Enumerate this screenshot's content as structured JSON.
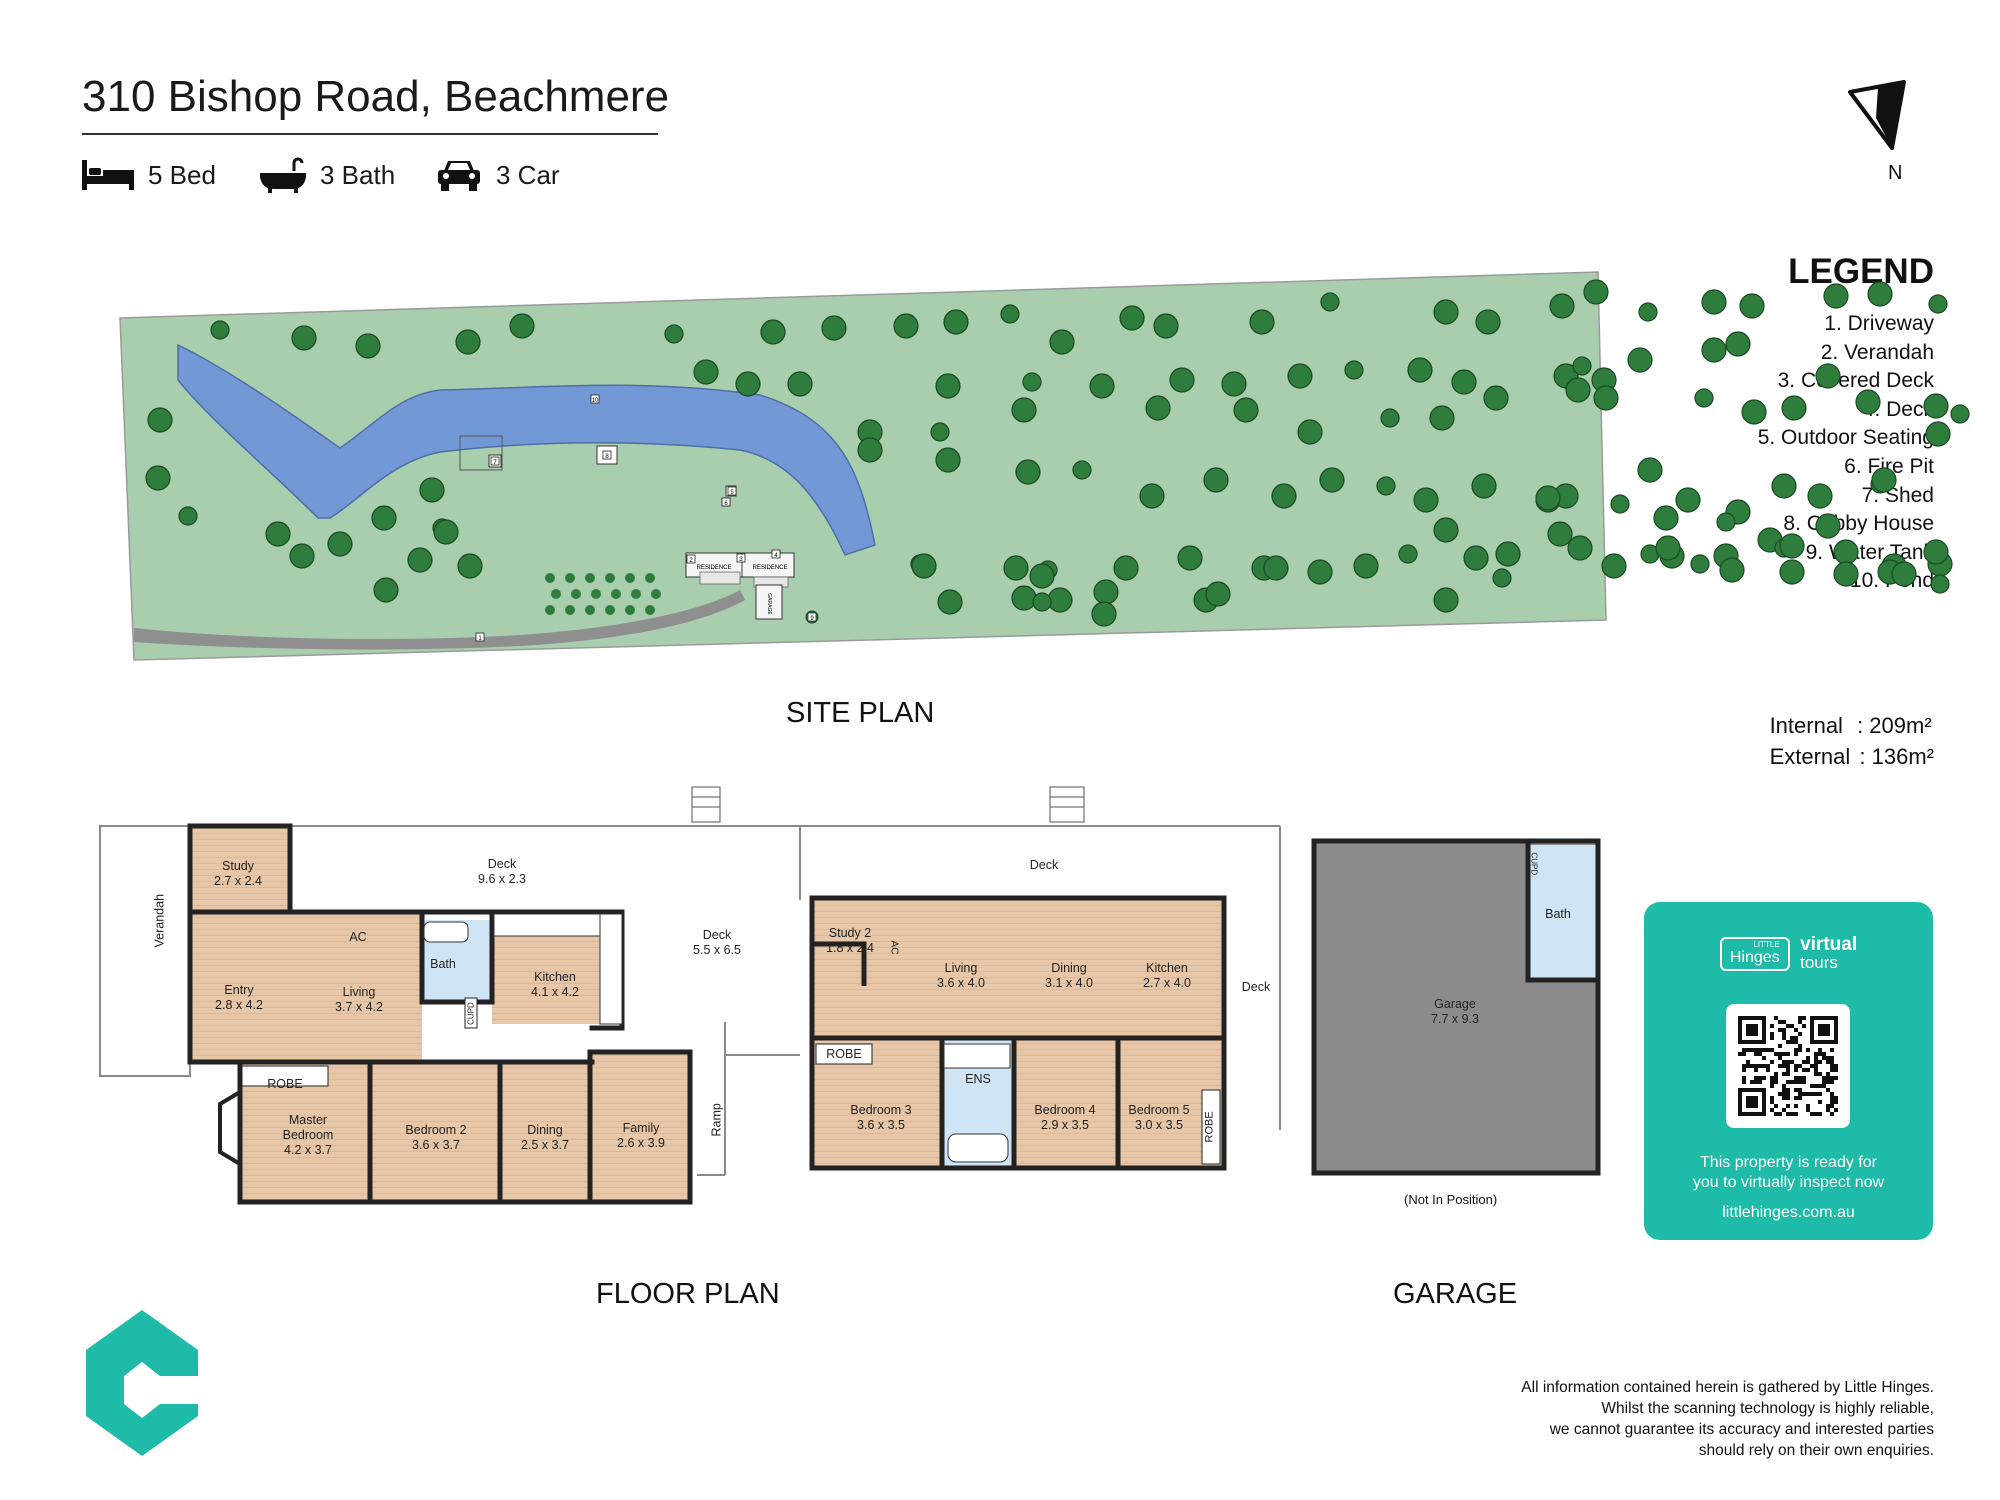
{
  "header": {
    "title": "310 Bishop Road, Beachmere",
    "features": [
      {
        "icon": "bed-icon",
        "label": "5 Bed"
      },
      {
        "icon": "bath-icon",
        "label": "3 Bath"
      },
      {
        "icon": "car-icon",
        "label": "3 Car"
      }
    ]
  },
  "north": {
    "label": "N"
  },
  "legend": {
    "title": "LEGEND",
    "items": [
      "1. Driveway",
      "2. Verandah",
      "3. Covered Deck",
      "4. Deck",
      "5. Outdoor Seating",
      "6. Fire Pit",
      "7. Shed",
      "8. Cubby House",
      "9. Water Tank",
      "10. Pond"
    ]
  },
  "site_plan": {
    "label": "SITE PLAN",
    "residence_labels": [
      "RESIDENCE",
      "RESIDENCE"
    ],
    "garage_label": "GARAGE",
    "markers": [
      "1",
      "2",
      "3",
      "4",
      "5",
      "6",
      "7",
      "8",
      "9",
      "10"
    ]
  },
  "areas": {
    "internal_label": "Internal",
    "internal_value": ": 209m²",
    "external_label": "External",
    "external_value": ": 136m²"
  },
  "floor_plan": {
    "label": "FLOOR PLAN",
    "rooms": [
      {
        "name": "Verandah",
        "dims": ""
      },
      {
        "name": "Study",
        "dims": "2.7 x 2.4"
      },
      {
        "name": "Deck",
        "dims": "9.6 x 2.3"
      },
      {
        "name": "Deck",
        "dims": "5.5 x 6.5"
      },
      {
        "name": "AC",
        "dims": ""
      },
      {
        "name": "Entry",
        "dims": "2.8 x 4.2"
      },
      {
        "name": "Living",
        "dims": "3.7 x 4.2"
      },
      {
        "name": "Bath",
        "dims": ""
      },
      {
        "name": "Kitchen",
        "dims": "4.1 x 4.2"
      },
      {
        "name": "CUPD",
        "dims": ""
      },
      {
        "name": "ROBE",
        "dims": ""
      },
      {
        "name": "Master Bedroom",
        "dims": "4.2 x 3.7"
      },
      {
        "name": "Bedroom 2",
        "dims": "3.6 x 3.7"
      },
      {
        "name": "Dining",
        "dims": "2.5 x 3.7"
      },
      {
        "name": "Family",
        "dims": "2.6 x 3.9"
      },
      {
        "name": "Ramp",
        "dims": ""
      },
      {
        "name": "Deck",
        "dims": ""
      },
      {
        "name": "Study 2",
        "dims": "1.8 x 2.4"
      },
      {
        "name": "AC",
        "dims": ""
      },
      {
        "name": "Living",
        "dims": "3.6 x 4.0"
      },
      {
        "name": "Dining",
        "dims": "3.1 x 4.0"
      },
      {
        "name": "Kitchen",
        "dims": "2.7 x 4.0"
      },
      {
        "name": "Deck",
        "dims": ""
      },
      {
        "name": "ROBE",
        "dims": ""
      },
      {
        "name": "ENS",
        "dims": ""
      },
      {
        "name": "Bedroom 3",
        "dims": "3.6 x 3.5"
      },
      {
        "name": "Bedroom 4",
        "dims": "2.9 x 3.5"
      },
      {
        "name": "Bedroom 5",
        "dims": "3.0 x 3.5"
      },
      {
        "name": "ROBE",
        "dims": ""
      }
    ]
  },
  "garage_plan": {
    "label": "GARAGE",
    "rooms": [
      {
        "name": "Garage",
        "dims": "7.7 x 9.3"
      },
      {
        "name": "Bath",
        "dims": ""
      },
      {
        "name": "CUPD",
        "dims": ""
      }
    ],
    "note": "(Not In Position)"
  },
  "promo": {
    "brand_small": "LITTLE",
    "brand_name": "Hinges",
    "brand_virtual": "virtual",
    "brand_tours": "tours",
    "line1": "This property is ready for",
    "line2": "you to virtually inspect now",
    "url": "littlehinges.com.au"
  },
  "disclaimer": [
    "All information contained herein is gathered by Little Hinges.",
    "Whilst the scanning technology is highly reliable,",
    "we cannot guarantee its accuracy and interested parties",
    "should rely on their own enquiries."
  ],
  "colors": {
    "brand_teal": "#1ebba8",
    "lawn": "#a9ceae",
    "pond": "#7299d6",
    "tree": "#2e7d3c",
    "floor": "#e7c7a7",
    "wet_area": "#cfe5f6",
    "garage_floor": "#8c8c8c"
  }
}
